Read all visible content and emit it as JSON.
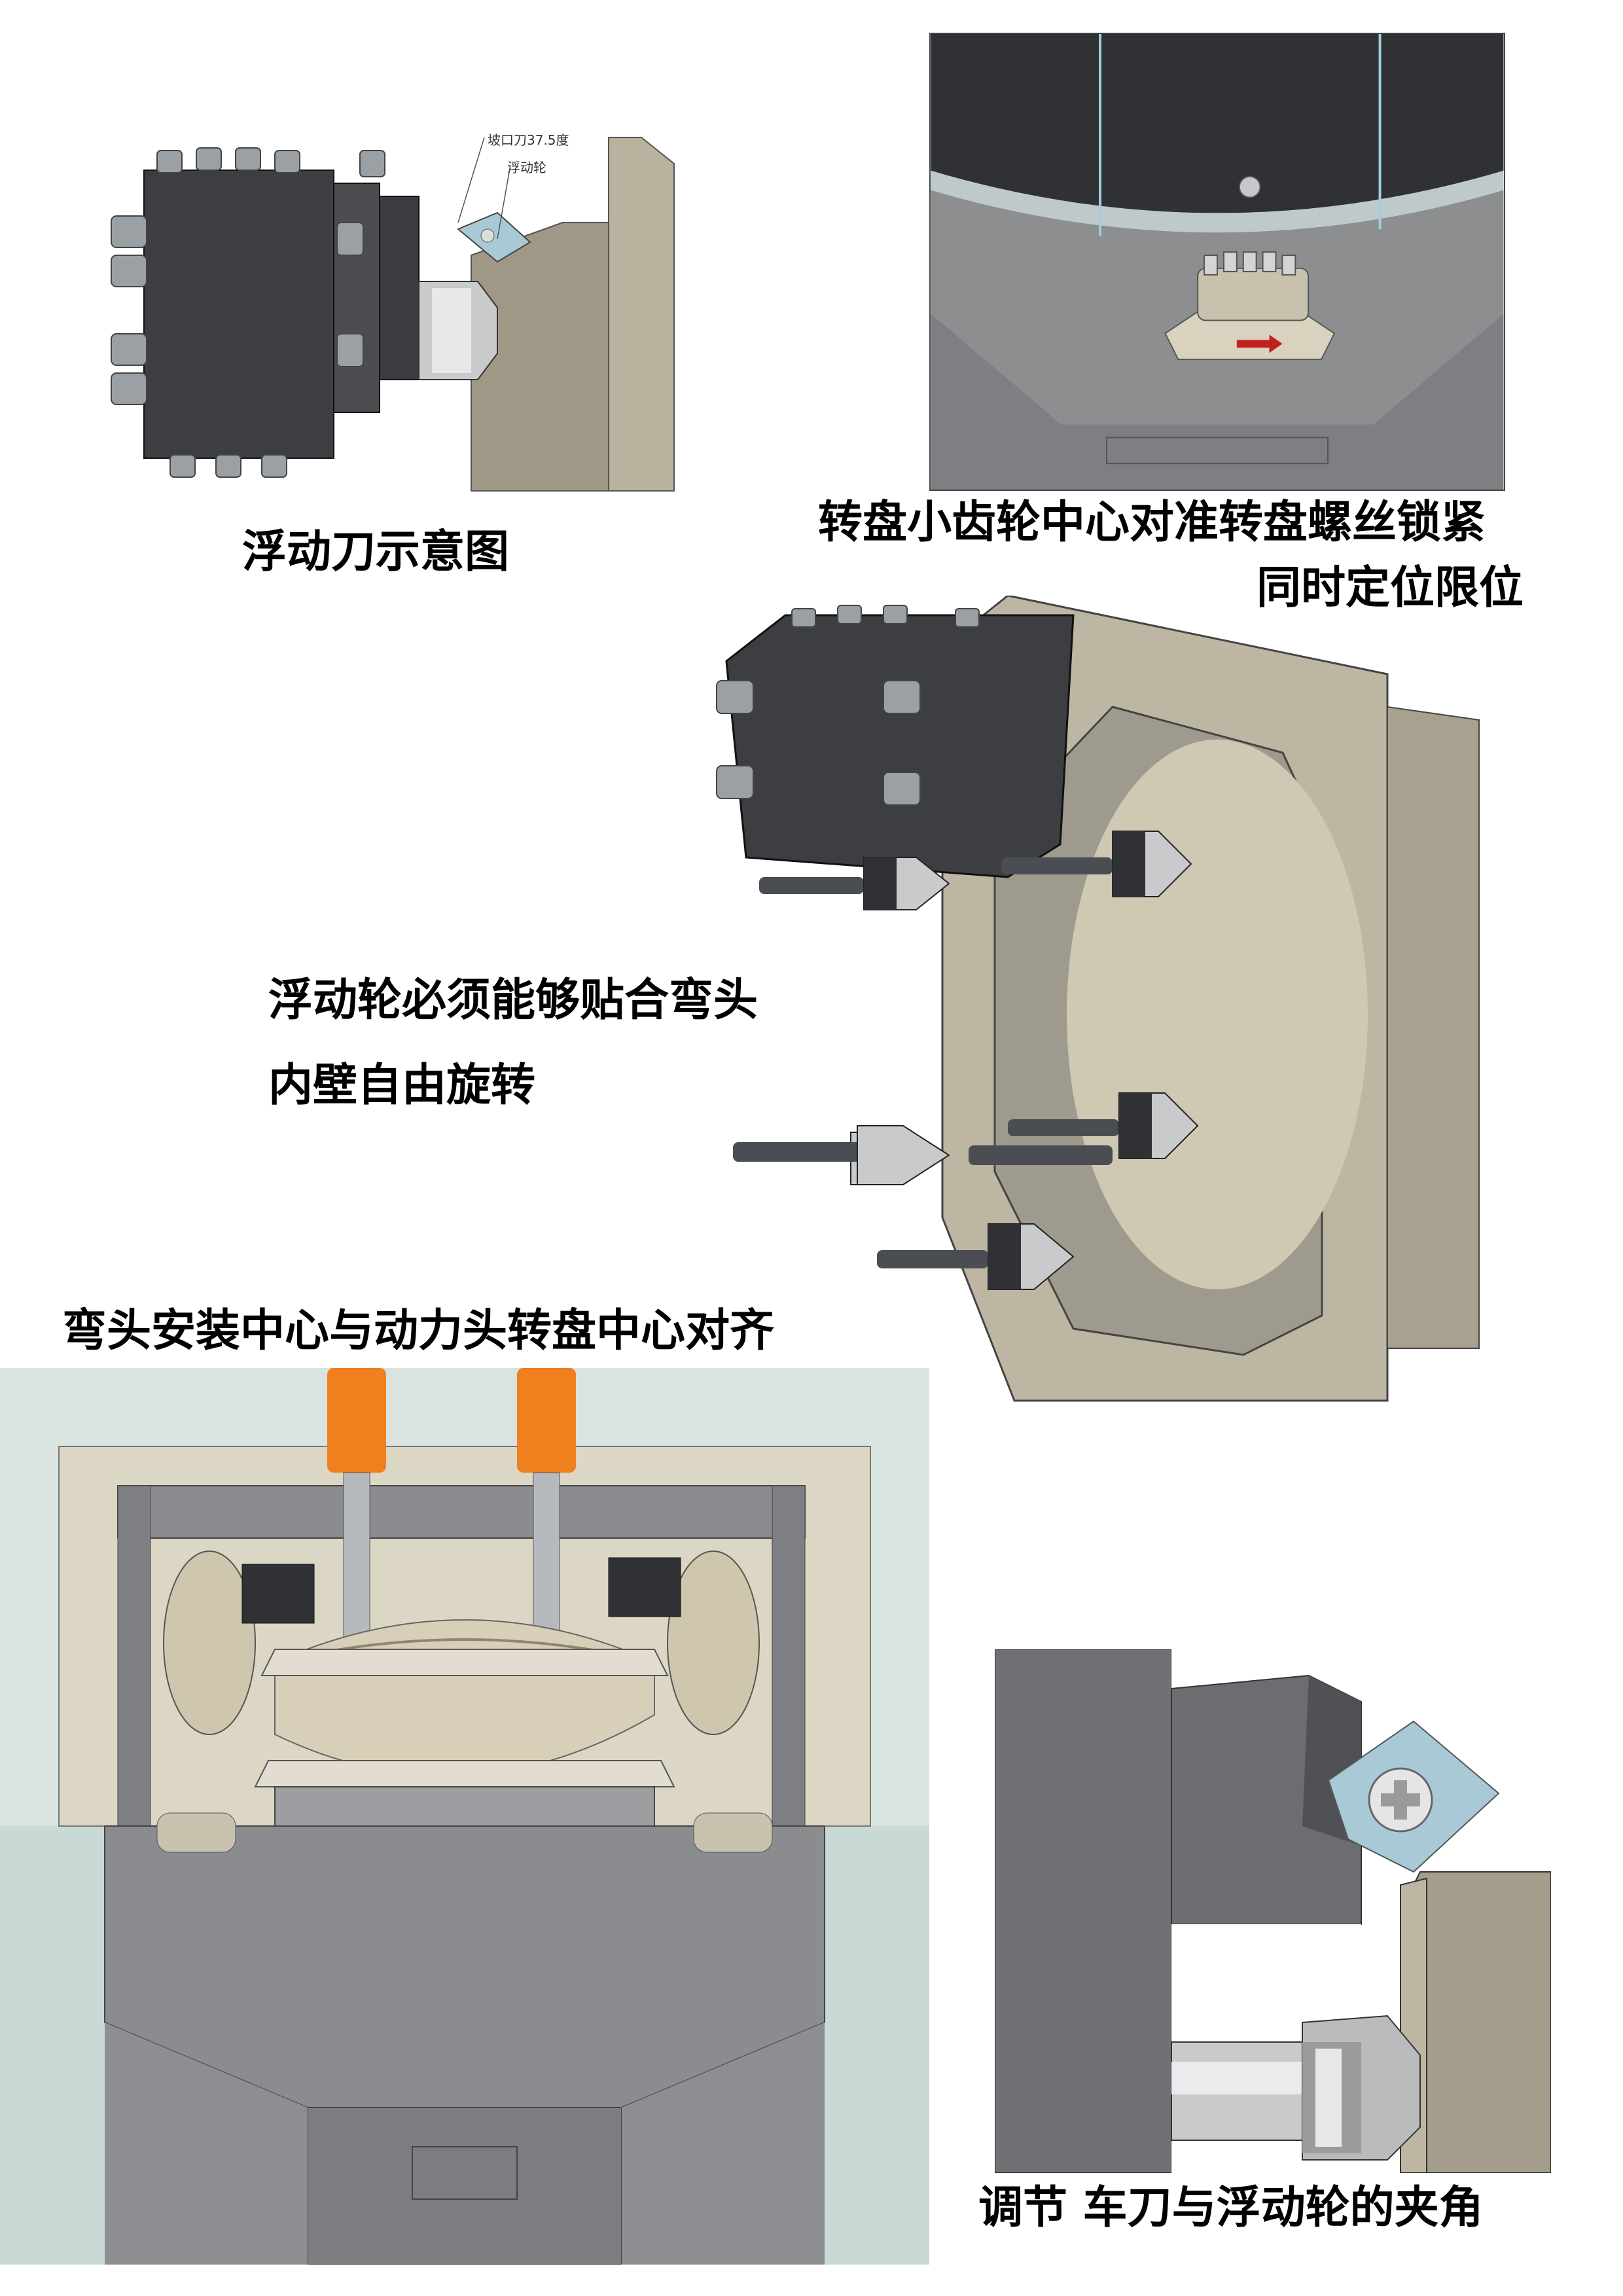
{
  "figures": {
    "fig1": {
      "caption": "浮动刀示意图",
      "callouts": {
        "bevel_tool": "坡口刀37.5度",
        "floating_wheel": "浮动轮"
      }
    },
    "fig2": {
      "caption_line1": "转盘小齿轮中心对准转盘螺丝锁紧",
      "caption_line2": "同时定位限位"
    },
    "fig3": {
      "caption_line1": "浮动轮必须能够贴合弯头",
      "caption_line2": "内壁自由旋转"
    },
    "fig4": {
      "caption": "弯头安装中心与动力头转盘中心对齐"
    },
    "fig5": {
      "caption": "调节 车刀与浮动轮的夹角"
    }
  },
  "colors": {
    "tool_body": "#3c3e42",
    "bolt": "#9aa0a3",
    "bend": "#b5ad98",
    "insert": "#a9c9d6",
    "machine_gray": "#8a8c8f",
    "orange_cylinder": "#f07f1e",
    "arrow_red": "#c21f1f"
  }
}
